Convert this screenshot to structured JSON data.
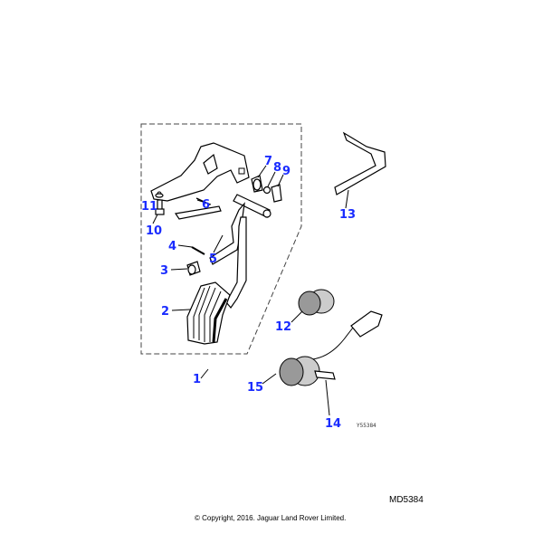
{
  "diagram": {
    "callouts": [
      "1",
      "2",
      "3",
      "4",
      "5",
      "6",
      "7",
      "8",
      "9",
      "10",
      "11",
      "12",
      "13",
      "14",
      "15"
    ],
    "illustration_code": "Y55384",
    "callout_color": "#1a2cff"
  },
  "footer": {
    "diagram_id": "MD5384",
    "copyright": "© Copyright, 2016. Jaguar Land Rover Limited."
  }
}
